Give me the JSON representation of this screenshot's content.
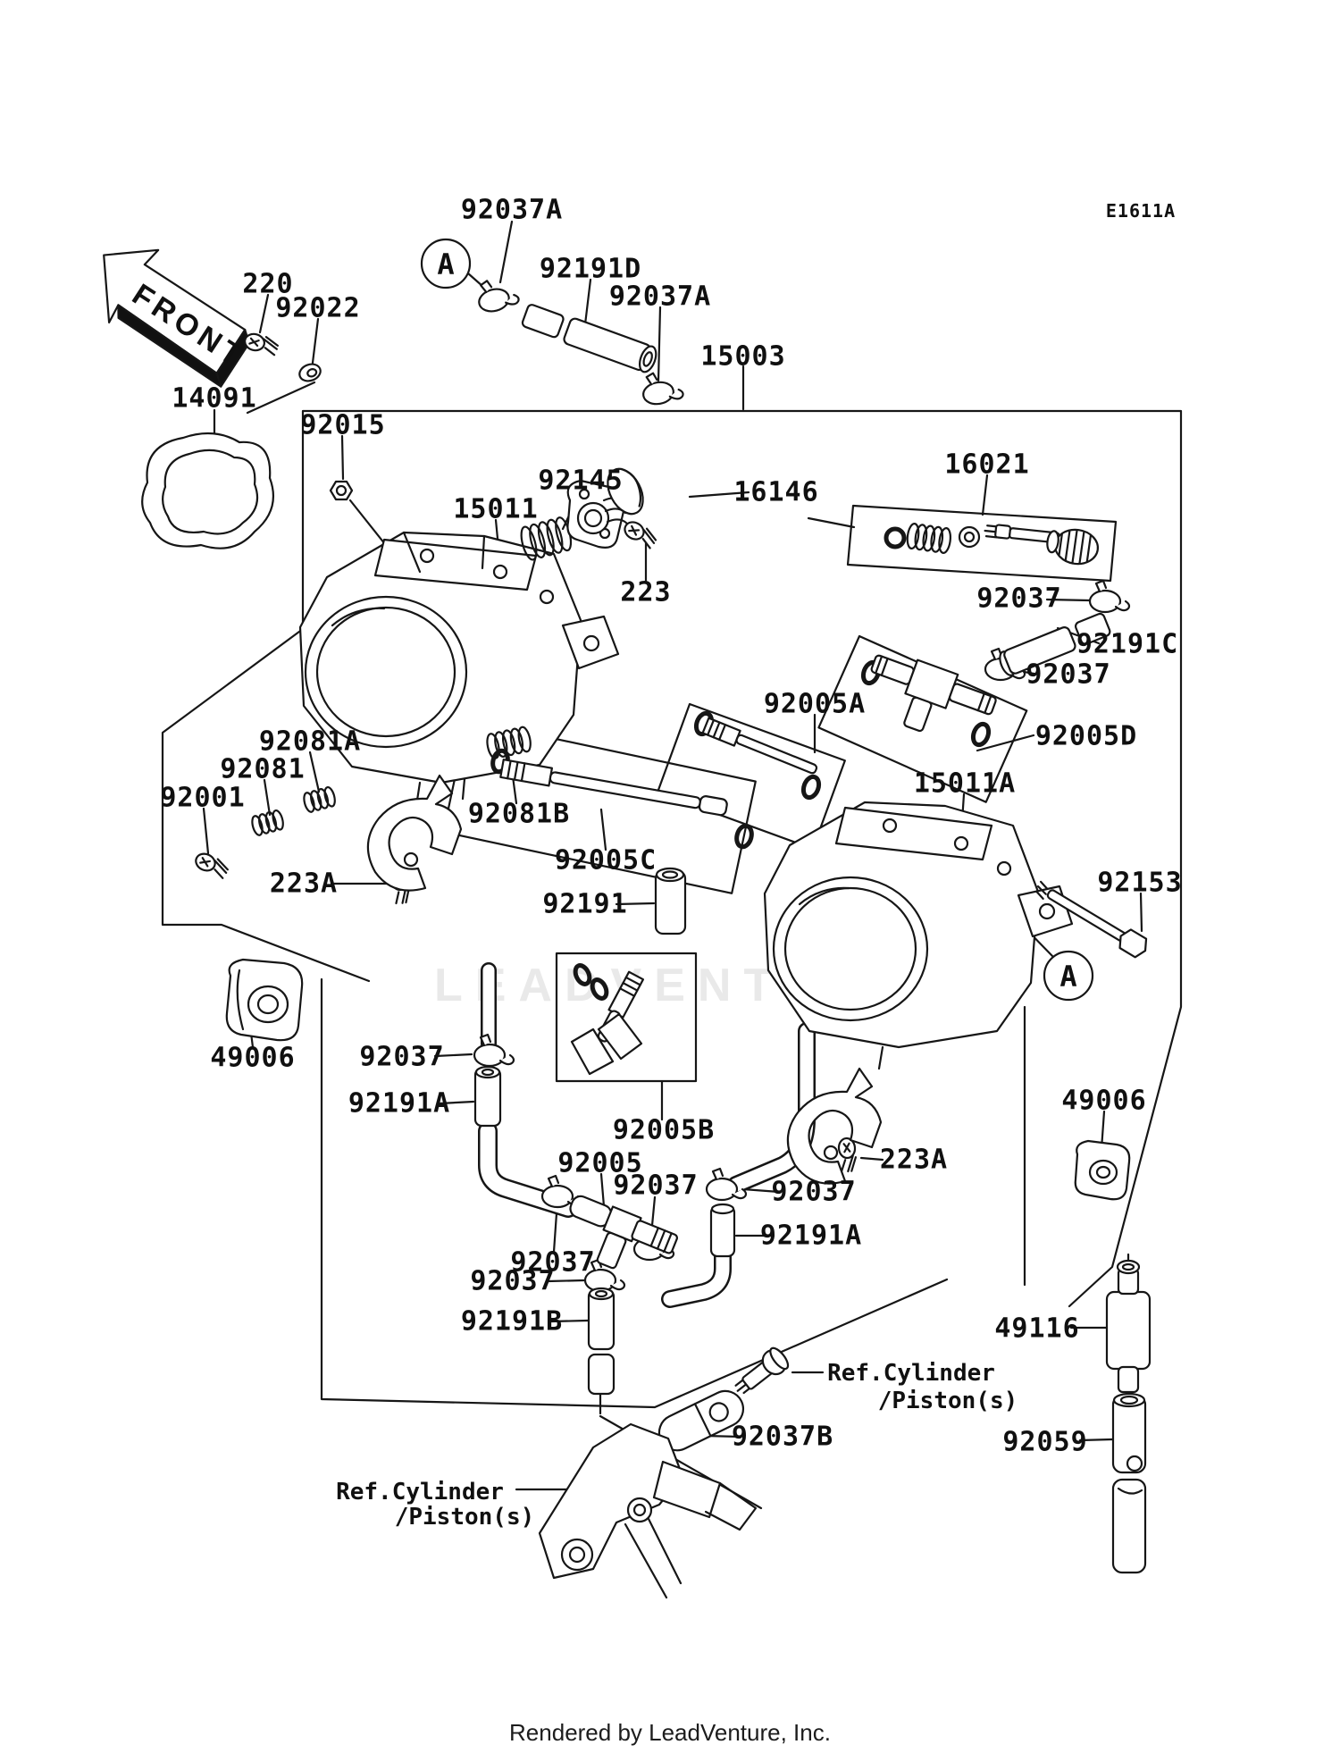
{
  "diagram": {
    "drawing_code": "E1611A",
    "orientation_label": "FRONT",
    "view_marker": "A",
    "watermark": "LEADVENTURE",
    "footer": "Rendered by LeadVenture, Inc.",
    "ref_note": {
      "line1": "Ref.Cylinder",
      "line2": "/Piston(s)"
    },
    "callouts": {
      "c92037A_1": "92037A",
      "c92191D": "92191D",
      "c92037A_2": "92037A",
      "c220": "220",
      "c92022": "92022",
      "c15003": "15003",
      "c14091": "14091",
      "c92015": "92015",
      "c92145": "92145",
      "c16146": "16146",
      "c16021": "16021",
      "c15011": "15011",
      "c223": "223",
      "c92037_r1": "92037",
      "c92191C": "92191C",
      "c92037_r2": "92037",
      "c92005A": "92005A",
      "c92005D": "92005D",
      "c92081A": "92081A",
      "c92081": "92081",
      "c15011A": "15011A",
      "c92001": "92001",
      "c92081B": "92081B",
      "c92005C": "92005C",
      "c223A_1": "223A",
      "c92191": "92191",
      "c92153": "92153",
      "c49006_1": "49006",
      "c92037_m": "92037",
      "c92191A_1": "92191A",
      "c92005B": "92005B",
      "c49006_2": "49006",
      "c223A_2": "223A",
      "c92005": "92005",
      "c92037_b1": "92037",
      "c92037_b2": "92037",
      "c92191A_2": "92191A",
      "c92037_b3": "92037",
      "c92037_b4": "92037",
      "c92191B": "92191B",
      "c49116": "49116",
      "c92037B": "92037B",
      "c92059": "92059"
    }
  }
}
